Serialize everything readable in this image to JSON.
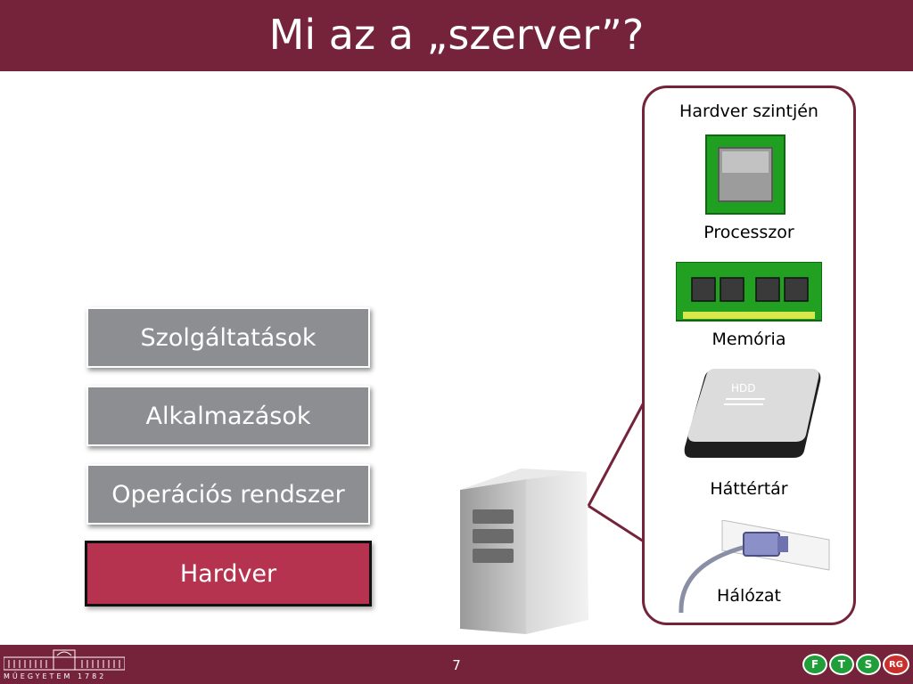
{
  "title": "Mi az a „szerver”?",
  "layers": [
    {
      "label": "Szolgáltatások"
    },
    {
      "label": "Alkalmazások"
    },
    {
      "label": "Operációs rendszer"
    },
    {
      "label": "Hardver"
    }
  ],
  "panel": {
    "heading": "Hardver szintjén",
    "items": [
      {
        "label": "Processzor",
        "icon": "cpu-icon"
      },
      {
        "label": "Memória",
        "icon": "memory-icon"
      },
      {
        "label": "Háttértár",
        "icon": "hdd-icon"
      },
      {
        "label": "Hálózat",
        "icon": "network-icon"
      }
    ],
    "hdd_marking": "HDD"
  },
  "footer": {
    "page_number": "7",
    "university_text": "MŰEGYETEM 1782",
    "logo_letters": [
      "F",
      "T",
      "S",
      "RG"
    ]
  },
  "colors": {
    "brand": "#74233a",
    "layer_gray": "#8c8e91",
    "layer_highlight": "#b6334f"
  }
}
